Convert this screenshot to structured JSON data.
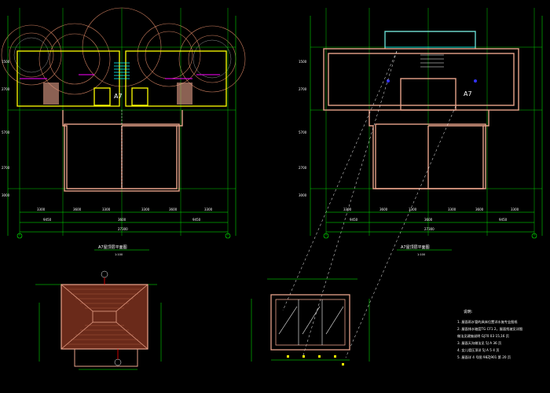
{
  "drawing": {
    "titles": {
      "left_plan": "A7屋顶层平面图",
      "left_scale": "1:100",
      "right_plan": "A7屋顶层平面图",
      "right_scale": "1:100"
    },
    "room_tags": {
      "a7_left": "A7",
      "a7_right": "A7"
    },
    "notes": {
      "header": "说明:",
      "lines": [
        "1. 屋面雨水管的具体位置详水施专业图纸",
        "2. 屋面排水坡度TG CF1 2，屋面找坡见详图",
        "   做法见建施说明 GJ70 03 15,16 页",
        "3. 屋面天沟做法见 5J A 36 页",
        "4. 女儿墙压顶详 5J A 5 4 页",
        "5. 屋面详 4 号图 98ZJ901 第 20 页"
      ]
    },
    "dimensions": {
      "left_bottom_1": [
        "3300",
        "3600",
        "3300",
        "3300",
        "3600",
        "3300"
      ],
      "left_bottom_2": [
        "9450",
        "3600",
        "9450"
      ],
      "left_total": "27300",
      "right_bottom_1": [
        "3300",
        "3600",
        "3300",
        "3300",
        "3600",
        "3300"
      ],
      "right_bottom_2": [
        "9450",
        "3600",
        "9450"
      ],
      "right_total": "27300",
      "side_left": [
        "1500",
        "2700",
        "5700",
        "2700",
        "3000"
      ],
      "side_right": [
        "1500",
        "2700",
        "5700",
        "2700",
        "3000"
      ]
    },
    "colors": {
      "background": "#000000",
      "wall": "#e8a28a",
      "dimension": "#00ff00",
      "annotation": "#ffffff",
      "magenta": "#ff00ff",
      "yellow": "#ffff00",
      "cyan": "#00ffff",
      "red": "#ff0000"
    }
  }
}
